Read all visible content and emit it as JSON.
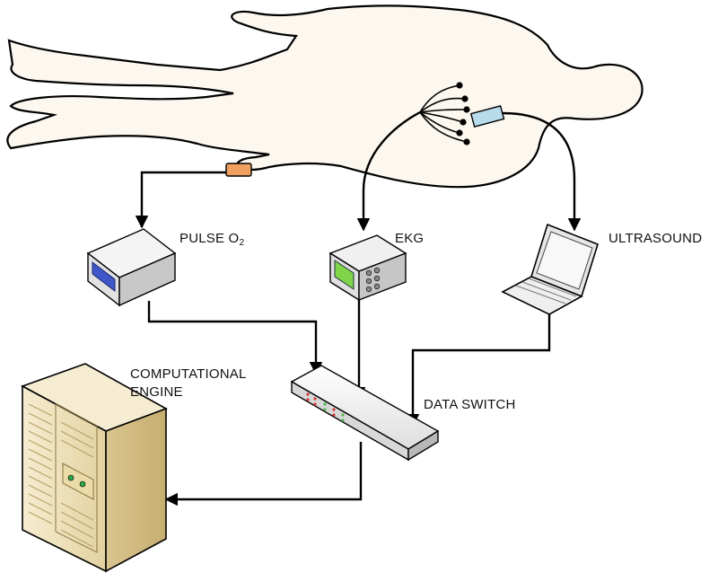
{
  "labels": {
    "pulse_o2": "PULSE O",
    "pulse_o2_sub": "2",
    "ekg": "EKG",
    "ultrasound": "ULTRASOUND",
    "computational_engine_line1": "COMPUTATIONAL",
    "computational_engine_line2": "ENGINE",
    "data_switch": "DATA SWITCH"
  },
  "colors": {
    "body_fill": "#fdf8ef",
    "outline": "#000000",
    "pulse_sensor": "#f0a060",
    "ultrasound_probe": "#b9dcec",
    "device_body": "#e8e8e8",
    "pulse_screen": "#3f57c8",
    "ekg_screen": "#7fd44a",
    "server_body": "#efe3bf",
    "server_led": "#2fa84a",
    "switch_led_red": "#d43a3a",
    "switch_led_green": "#4fb84f"
  },
  "icons": [
    "human-body-icon",
    "pulse-oximeter-sensor-icon",
    "ekg-electrodes-icon",
    "ultrasound-probe-icon",
    "pulse-oximeter-device-icon",
    "ekg-monitor-icon",
    "laptop-icon",
    "network-switch-icon",
    "server-tower-icon"
  ]
}
